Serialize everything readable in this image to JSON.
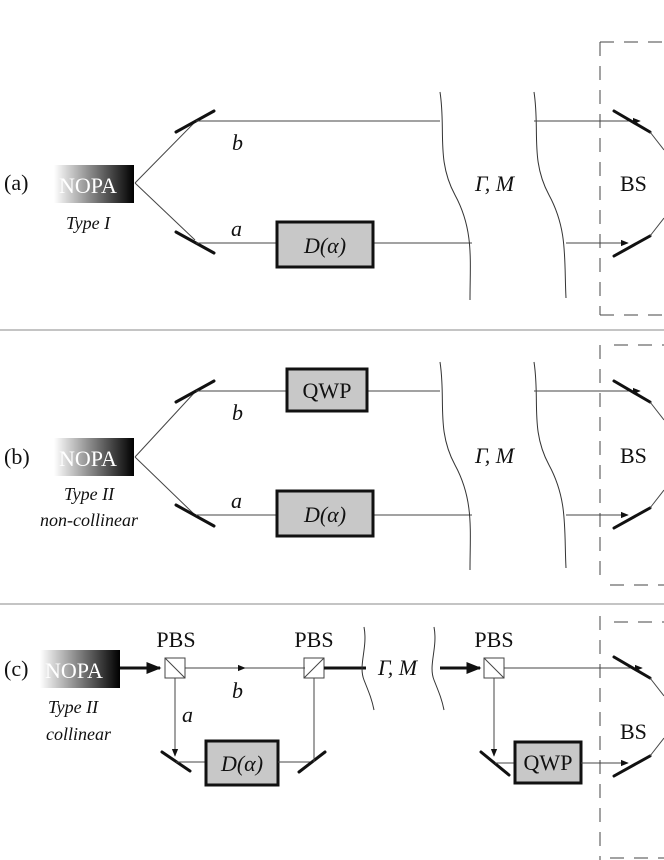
{
  "panels": {
    "a": {
      "label": "(a)",
      "source": "NOPA",
      "source_caption": "Type I",
      "beam_upper": "b",
      "beam_lower": "a",
      "displacement": "D(α)",
      "channel": "Γ, M",
      "detector": "BS"
    },
    "b": {
      "label": "(b)",
      "source": "NOPA",
      "source_caption_1": "Type II",
      "source_caption_2": "non-collinear",
      "beam_upper": "b",
      "beam_lower": "a",
      "waveplate": "QWP",
      "displacement": "D(α)",
      "channel": "Γ, M",
      "detector": "BS"
    },
    "c": {
      "label": "(c)",
      "source": "NOPA",
      "source_caption_1": "Type II",
      "source_caption_2": "collinear",
      "pbs_1": "PBS",
      "pbs_2": "PBS",
      "pbs_3": "PBS",
      "beam_upper": "b",
      "beam_lower": "a",
      "displacement": "D(α)",
      "channel": "Γ, M",
      "waveplate": "QWP",
      "detector": "BS"
    }
  },
  "colors": {
    "box_fill": "#c8c8c8",
    "nopa_gradient_start": "#ffffff",
    "nopa_gradient_end": "#000000"
  }
}
